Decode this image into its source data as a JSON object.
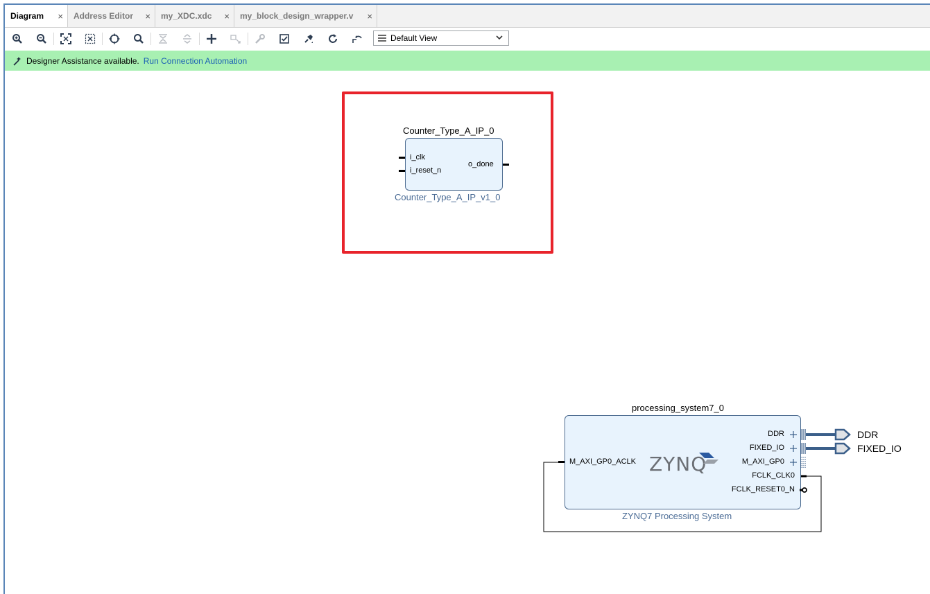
{
  "tabs": [
    {
      "label": "Diagram",
      "active": true
    },
    {
      "label": "Address Editor",
      "active": false
    },
    {
      "label": "my_XDC.xdc",
      "active": false
    },
    {
      "label": "my_block_design_wrapper.v",
      "active": false
    }
  ],
  "tab_close_glyph": "×",
  "toolbar": {
    "icons": [
      "zoom-in-icon",
      "zoom-out-icon",
      "fit-full-icon",
      "fit-selection-icon",
      "center-target-icon",
      "search-icon",
      "collapse-icon",
      "expand-icon",
      "add-ip-icon",
      "make-external-icon",
      "settings-wrench-icon",
      "validate-icon",
      "auto-connect-pin-icon",
      "refresh-icon",
      "regenerate-layout-icon"
    ],
    "view_select": {
      "value": "Default View"
    }
  },
  "banner": {
    "message": "Designer Assistance available.",
    "link": "Run Connection Automation",
    "color": "#a8f0b2"
  },
  "counter_block": {
    "instance_name": "Counter_Type_A_IP_0",
    "ip_name": "Counter_Type_A_IP_v1_0",
    "ports_in": [
      "i_clk",
      "i_reset_n"
    ],
    "ports_out": [
      "o_done"
    ],
    "highlight_color": "#e8232b"
  },
  "zynq_block": {
    "instance_name": "processing_system7_0",
    "ip_name": "ZYNQ7 Processing System",
    "logo": "ZYNQ",
    "ports_in": [
      "M_AXI_GP0_ACLK"
    ],
    "ports_out": [
      "DDR",
      "FIXED_IO",
      "M_AXI_GP0",
      "FCLK_CLK0",
      "FCLK_RESET0_N"
    ],
    "external_ports": [
      "DDR",
      "FIXED_IO"
    ]
  },
  "colors": {
    "block_fill": "#e8f3fd",
    "block_border": "#4b6a8f",
    "bus": "#3b5f8a",
    "ip_label": "#4a6b95"
  }
}
